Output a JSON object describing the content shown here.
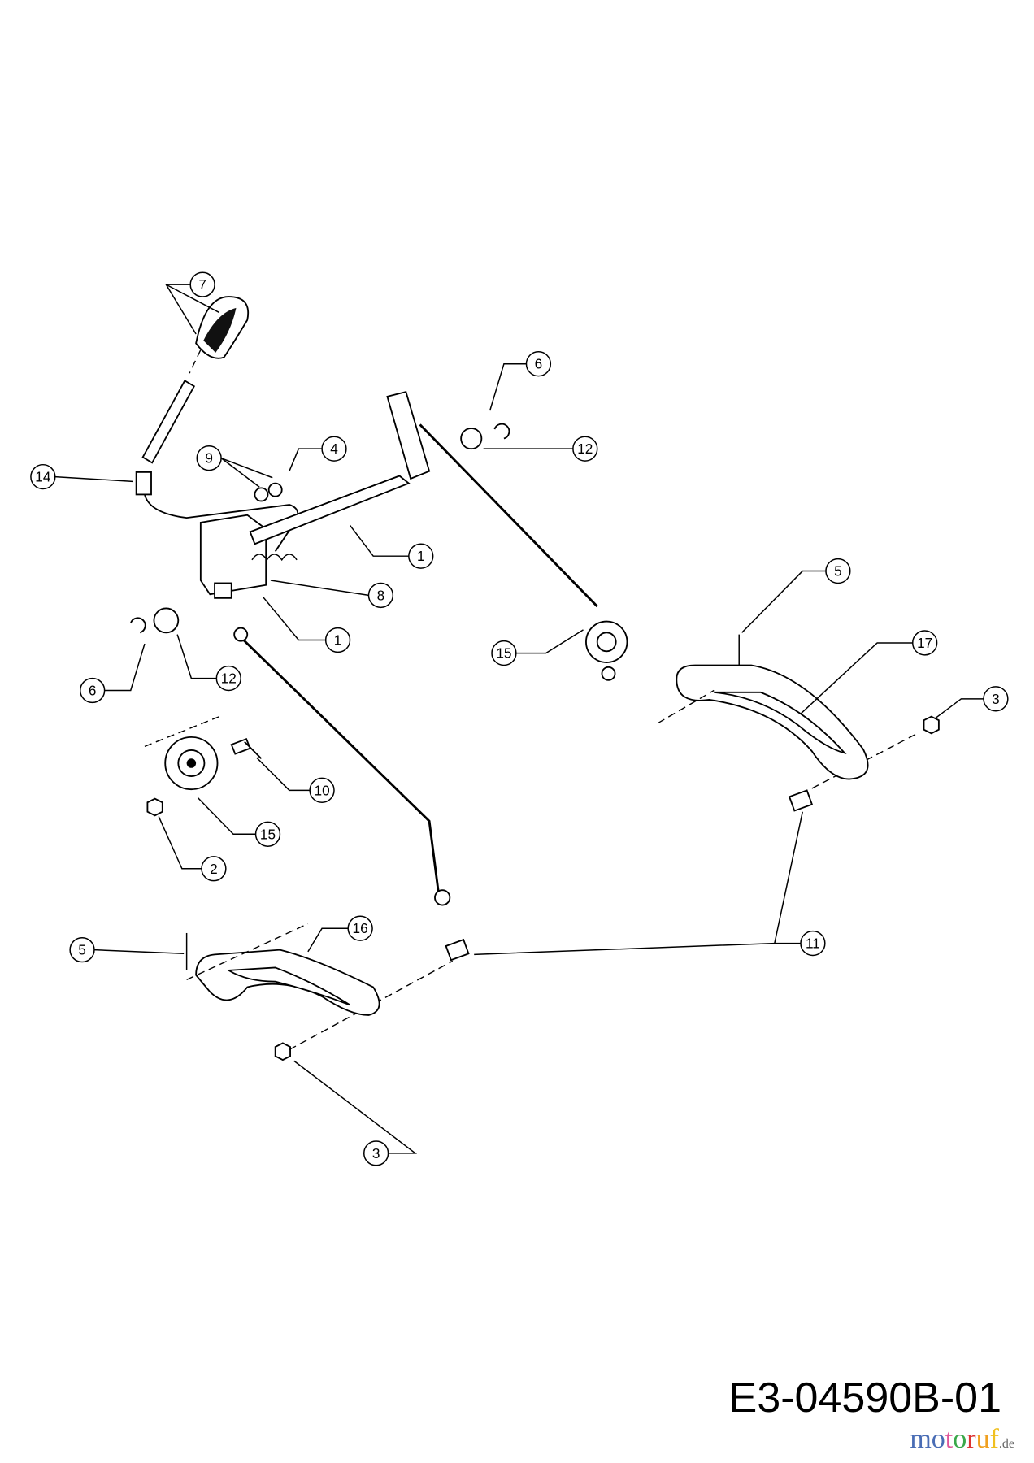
{
  "drawing_code": "E3-04590B-01",
  "watermark": {
    "text": "motoruf",
    "suffix": ".de",
    "colors": [
      "#4a6db5",
      "#4a6db5",
      "#e0559a",
      "#3aa84a",
      "#d33",
      "#f0a020",
      "#f0c020"
    ]
  },
  "callouts": [
    "7",
    "6",
    "12",
    "4",
    "9",
    "14",
    "1",
    "8",
    "1",
    "12",
    "6",
    "15",
    "5",
    "17",
    "3",
    "10",
    "15",
    "2",
    "16",
    "5",
    "11",
    "3"
  ]
}
